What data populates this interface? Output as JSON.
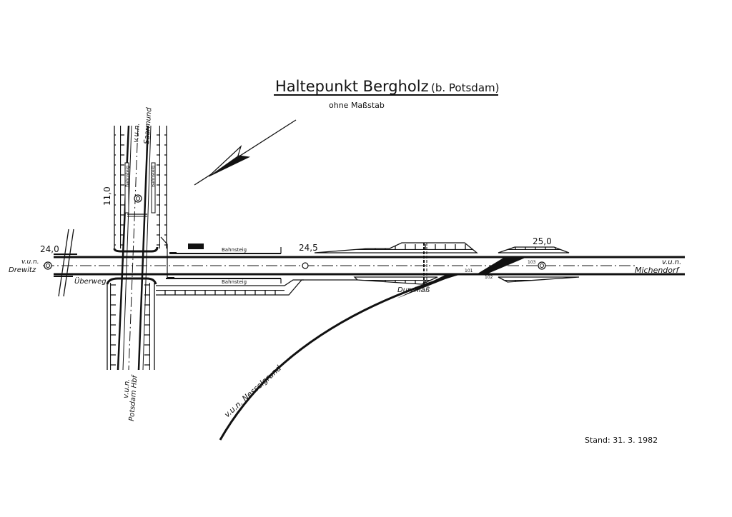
{
  "title": {
    "main": "Haltepunkt  Bergholz",
    "suffix": "(b. Potsdam)",
    "subtitle": "ohne Maßstab"
  },
  "kilometers": {
    "km_24_0": "24,0",
    "km_24_5": "24,5",
    "km_25_0": "25,0",
    "km_11_0": "11,0"
  },
  "directions": {
    "saarmund": {
      "prefix": "v.u.n.",
      "name": "Saarmund"
    },
    "drewitz": {
      "prefix": "v.u.n.",
      "name": "Drewitz"
    },
    "michendorf": {
      "prefix": "v.u.n.",
      "name": "Michendorf"
    },
    "potsdam": {
      "prefix": "v.u.n.",
      "name": "Potsdam Hbf"
    },
    "nesselgrund": {
      "label": "v.u.n. Nesselgrund"
    }
  },
  "labels": {
    "platform": "Bahnsteig",
    "crossing": "Überweg",
    "culvert": "Durchlaß",
    "switch_101": "101",
    "switch_102": "102",
    "switch_103": "103"
  },
  "status": "Stand: 31. 3. 1982"
}
